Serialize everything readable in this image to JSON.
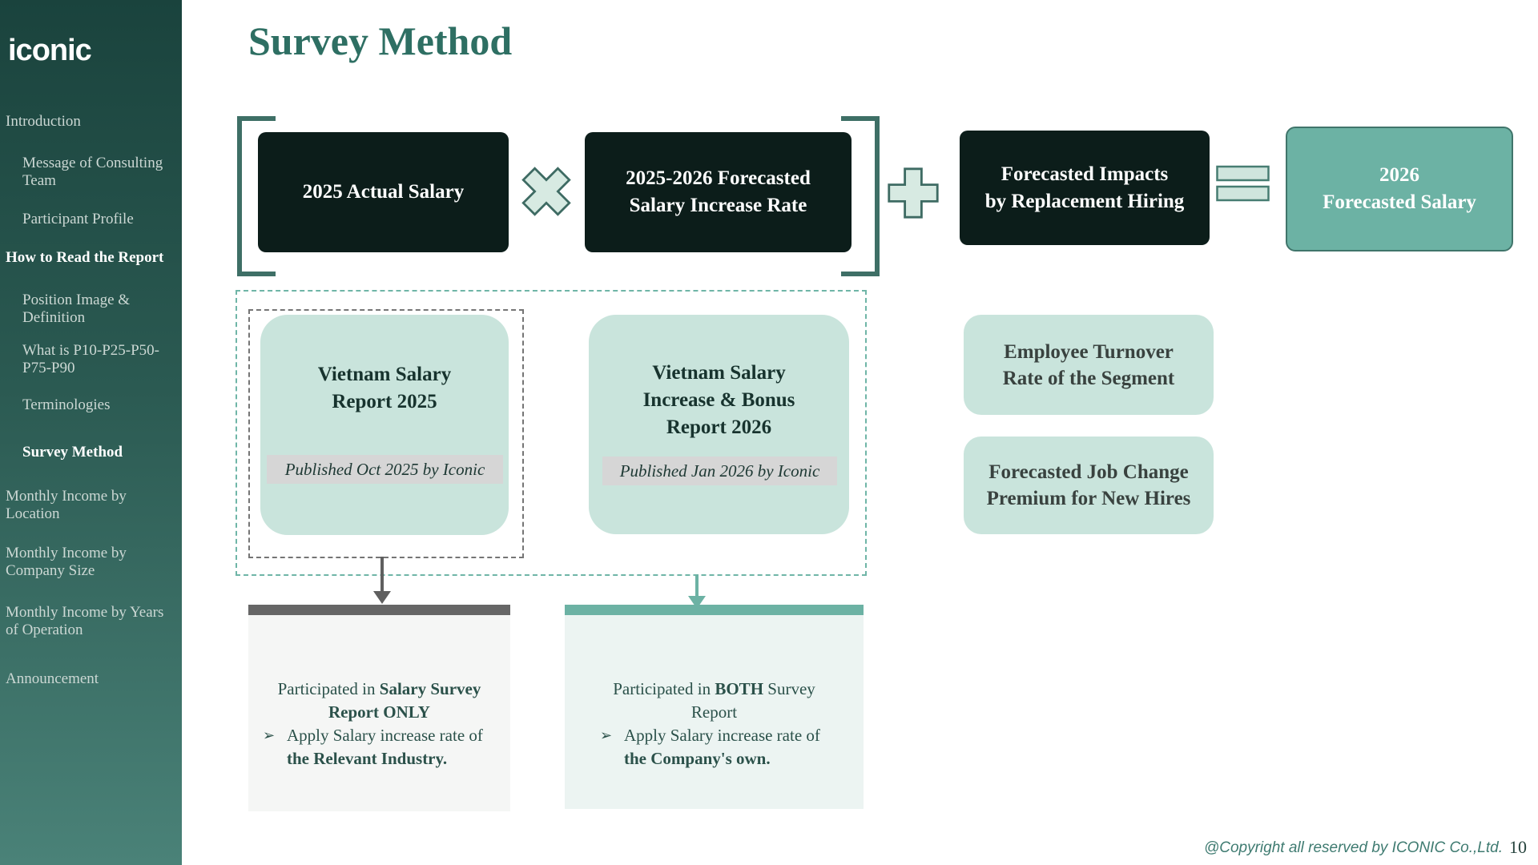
{
  "colors": {
    "accent_teal": "#6cb2a4",
    "dark_box": "#0c1d1a",
    "mint": "#c9e4dc",
    "heading_teal": "#2e6f63",
    "sidebar_gradient_top": "#1a433d",
    "sidebar_gradient_bottom": "#4a8278"
  },
  "sidebar": {
    "logo": "iconic",
    "items": [
      {
        "label": "Introduction"
      },
      {
        "label": "Message of Consulting Team"
      },
      {
        "label": "Participant Profile"
      },
      {
        "label": "How to Read the Report",
        "emphasis": true
      },
      {
        "label": "Position Image & Definition"
      },
      {
        "label": "What is P10-P25-P50-P75-P90"
      },
      {
        "label": "Terminologies"
      },
      {
        "label": "Survey Method",
        "emphasis": true,
        "active": true
      },
      {
        "label": "Monthly Income by Location"
      },
      {
        "label": "Monthly Income by Company Size"
      },
      {
        "label": "Monthly Income by Years of Operation"
      },
      {
        "label": "Announcement"
      }
    ]
  },
  "page": {
    "title": "Survey Method",
    "footer_copyright": "@Copyright all reserved by ICONIC Co.,Ltd.",
    "page_number": "10"
  },
  "formula": {
    "actual_salary": "2025 Actual Salary",
    "increase_rate_line1": "2025-2026 Forecasted",
    "increase_rate_line2": "Salary Increase Rate",
    "impacts_line1": "Forecasted Impacts",
    "impacts_line2": "by Replacement Hiring",
    "result_line1": "2026",
    "result_line2": "Forecasted Salary",
    "operators": {
      "multiply": "×",
      "plus": "+",
      "equals": "="
    }
  },
  "reports": {
    "salary_report": {
      "title_line1": "Vietnam Salary",
      "title_line2": "Report 2025",
      "published": "Published Oct 2025 by Iconic"
    },
    "increase_report": {
      "title_line1": "Vietnam Salary",
      "title_line2": "Increase & Bonus",
      "title_line3": "Report 2026",
      "published": "Published Jan 2026 by Iconic"
    }
  },
  "factors": {
    "turnover_line1": "Employee Turnover",
    "turnover_line2": "Rate of the Segment",
    "premium_line1": "Forecasted Job Change",
    "premium_line2": "Premium for New Hires"
  },
  "outcomes": {
    "left": {
      "intro_normal": "Participated in ",
      "intro_bold": "Salary Survey Report ONLY",
      "bullet": "➢",
      "point_normal": "Apply Salary increase rate of ",
      "point_bold": "the Relevant Industry."
    },
    "right": {
      "intro_normal": "Participated in ",
      "intro_bold": "BOTH",
      "intro_tail": " Survey Report",
      "bullet": "➢",
      "point_normal": "Apply Salary increase rate of ",
      "point_bold": "the Company's own."
    }
  }
}
